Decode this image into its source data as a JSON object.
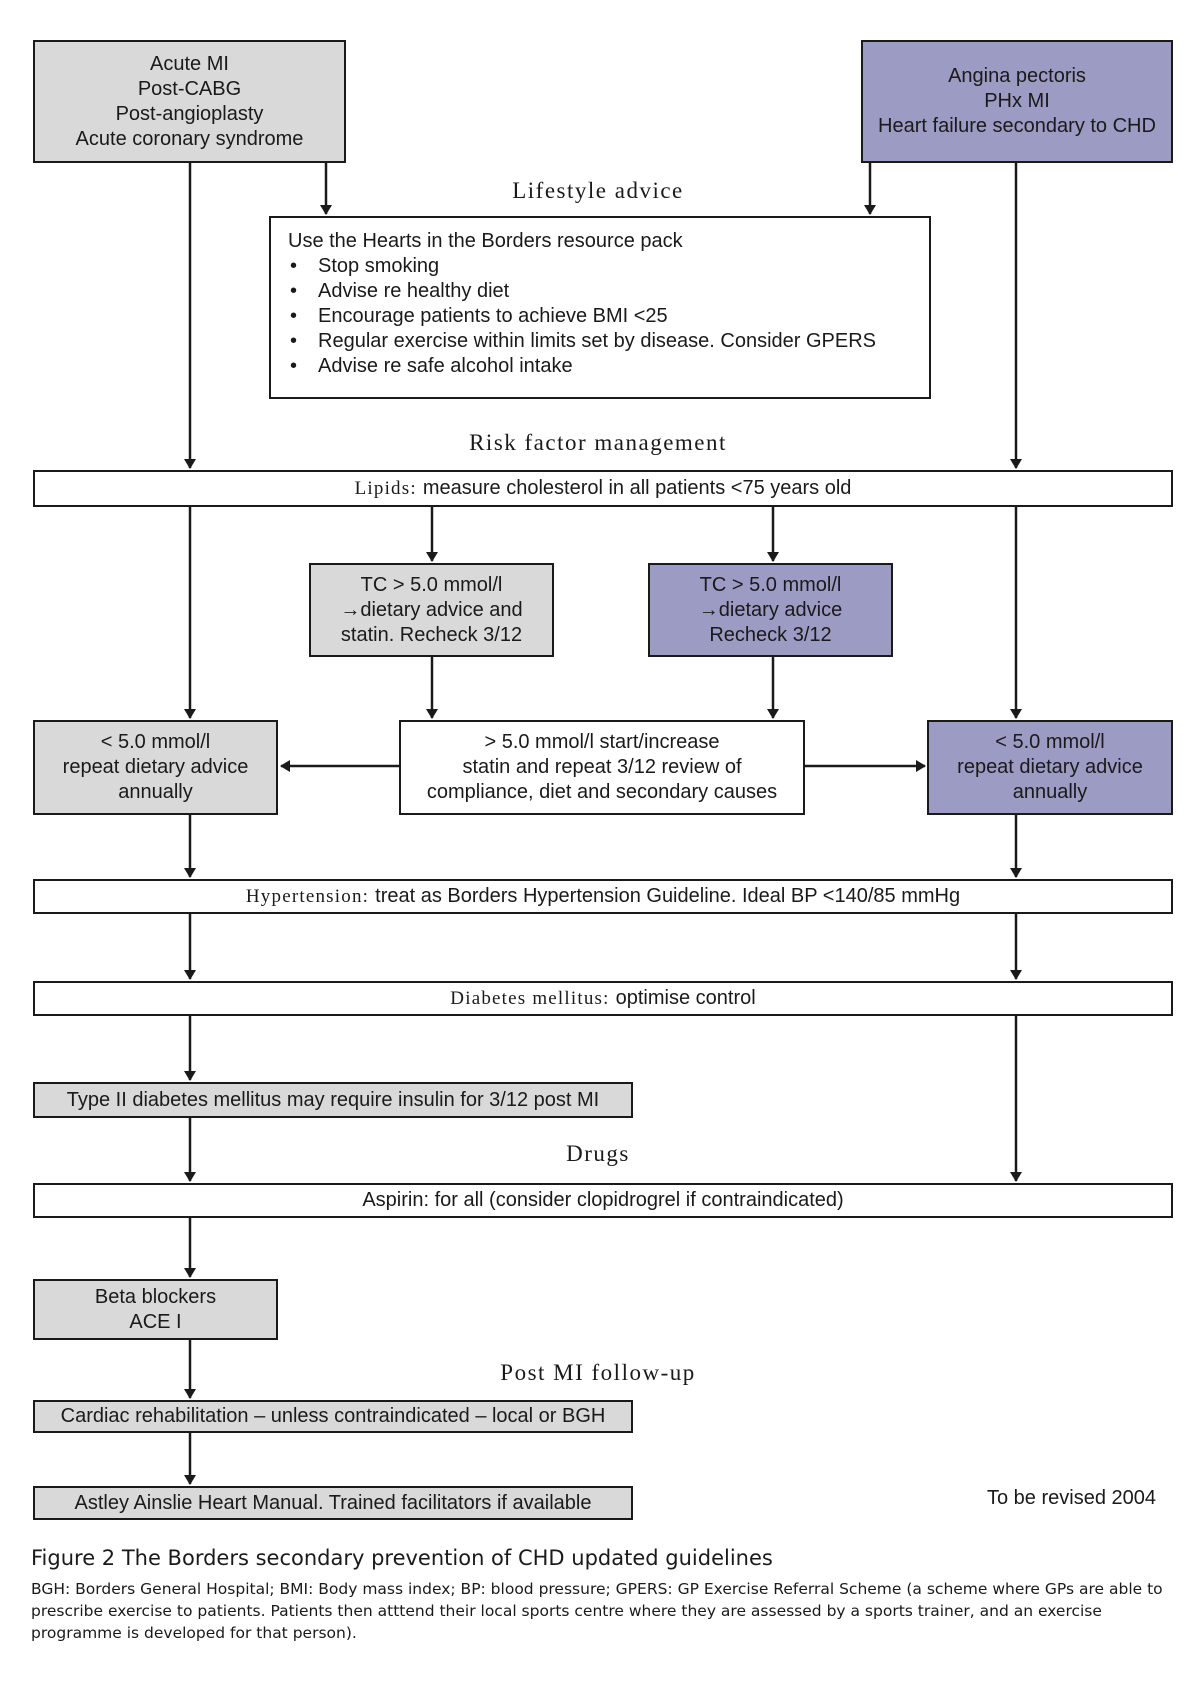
{
  "boxes": {
    "acute": [
      "Acute MI",
      "Post-CABG",
      "Post-angioplasty",
      "Acute coronary syndrome"
    ],
    "angina": [
      "Angina pectoris",
      "PHx MI",
      "Heart failure secondary to CHD"
    ],
    "lifestyle": {
      "intro": "Use the Hearts in the Borders resource pack",
      "items": [
        "Stop smoking",
        "Advise re healthy diet",
        "Encourage patients to achieve BMI <25",
        "Regular exercise within limits set by disease. Consider GPERS",
        "Advise re safe alcohol intake"
      ]
    },
    "lipids": {
      "prefix": "Lipids:",
      "text": "measure cholesterol in all patients <75 years old"
    },
    "tc_statin": [
      "TC > 5.0 mmol/l",
      "→dietary advice and",
      "statin. Recheck 3/12"
    ],
    "tc_diet": [
      "TC > 5.0 mmol/l",
      "→dietary advice",
      "Recheck 3/12"
    ],
    "low_left": [
      "< 5.0 mmol/l",
      "repeat dietary advice",
      "annually"
    ],
    "start_statin": [
      "> 5.0 mmol/l start/increase",
      "statin and repeat 3/12 review of",
      "compliance, diet and secondary causes"
    ],
    "low_right": [
      "< 5.0 mmol/l",
      "repeat dietary advice",
      "annually"
    ],
    "hypertension": {
      "prefix": "Hypertension:",
      "text": "treat as Borders Hypertension Guideline. Ideal BP <140/85 mmHg"
    },
    "diabetes": {
      "prefix": "Diabetes mellitus:",
      "text": "optimise control"
    },
    "type2": "Type II diabetes mellitus may require insulin for 3/12 post MI",
    "aspirin": "Aspirin: for all (consider clopidrogrel if contraindicated)",
    "beta": [
      "Beta blockers",
      "ACE I"
    ],
    "rehab": "Cardiac rehabilitation – unless contraindicated – local or BGH",
    "astley": "Astley Ainslie Heart Manual. Trained facilitators if available"
  },
  "headings": {
    "lifestyle": "Lifestyle advice",
    "risk": "Risk factor management",
    "drugs": "Drugs",
    "postmi": "Post MI follow-up"
  },
  "revised_note": "To be revised 2004",
  "caption": {
    "title": "Figure 2  The Borders secondary prevention of CHD updated guidelines",
    "body": "BGH: Borders General Hospital; BMI: Body mass index; BP: blood pressure; GPERS: GP Exercise Referral Scheme (a scheme where GPs are able to prescribe exercise to patients. Patients then atttend their local sports centre where they are assessed by a sports trainer, and an exercise programme is developed for that person)."
  },
  "colors": {
    "grey": "#d9d9d9",
    "purple": "#9b9bc4",
    "line": "#1a1a1a"
  }
}
